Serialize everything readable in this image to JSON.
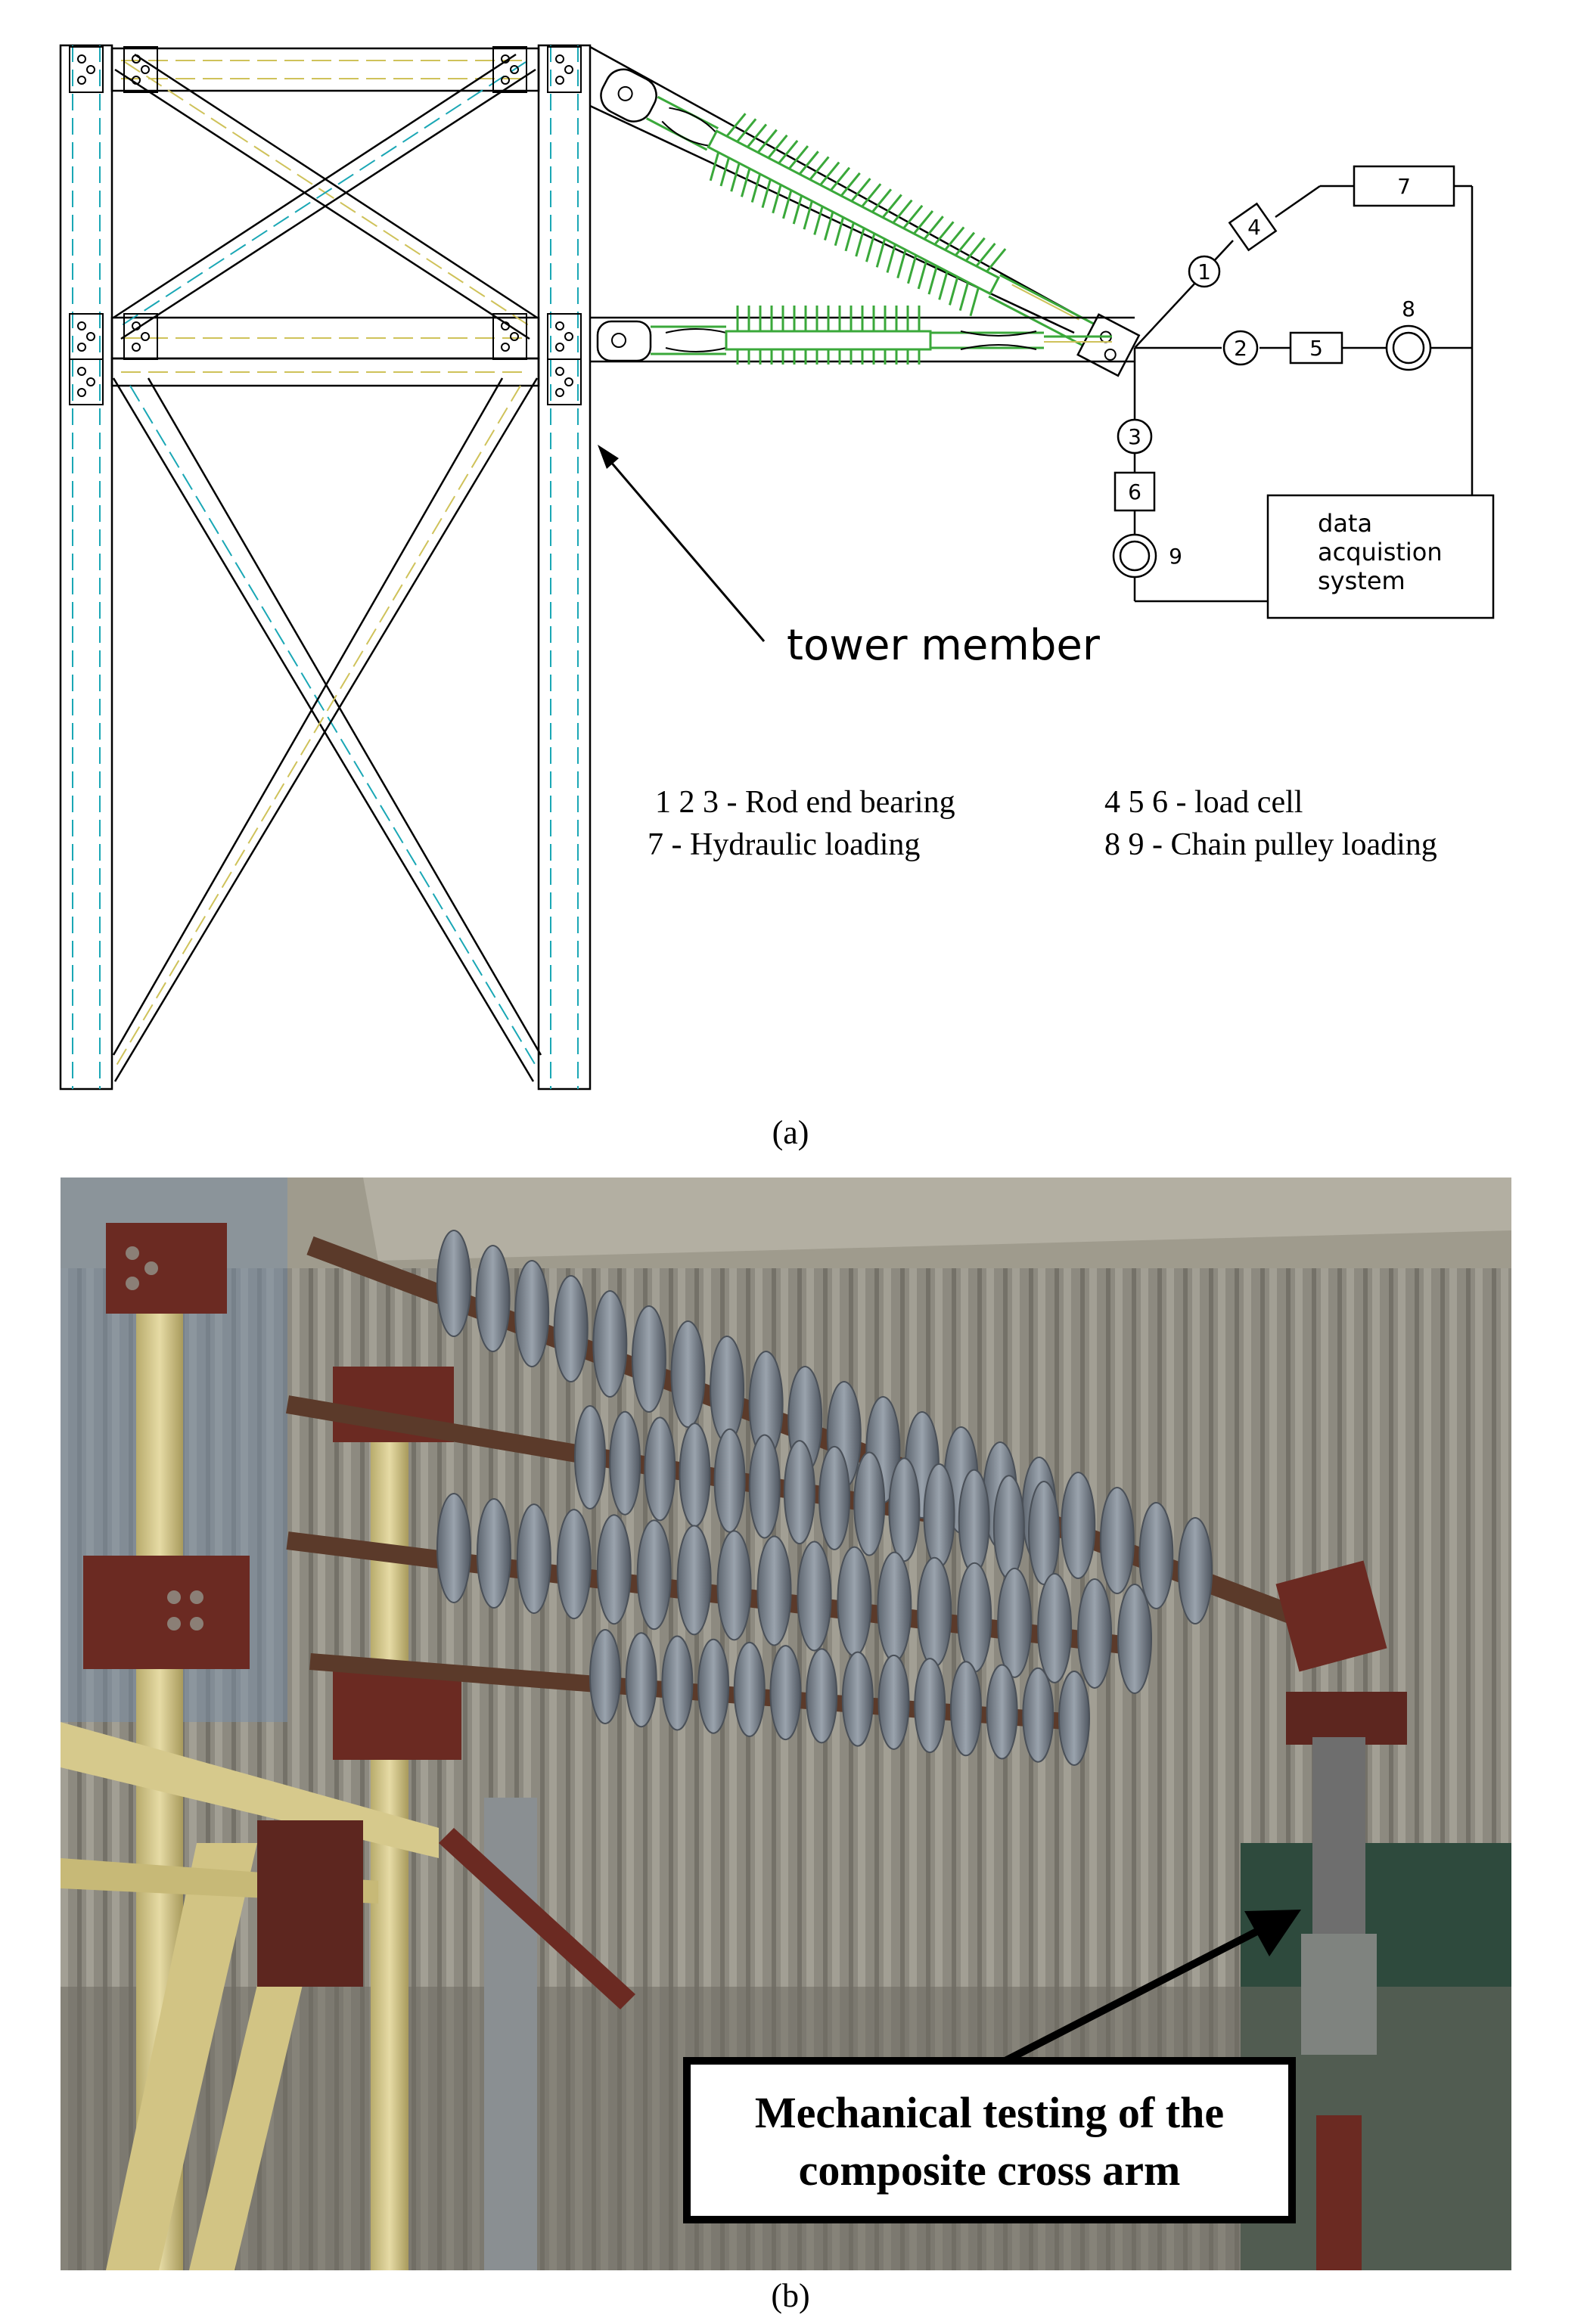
{
  "panel_a": {
    "caption": "(a)",
    "pointer_label": "tower member",
    "nodes": {
      "n1": "1",
      "n2": "2",
      "n3": "3",
      "n4": "4",
      "n5": "5",
      "n6": "6",
      "n7": "7",
      "n8": "8",
      "n9": "9"
    },
    "daq": {
      "line1": "data",
      "line2": "acquistion",
      "line3": "system"
    },
    "legend": {
      "item1": "1 2 3 - Rod end bearing",
      "item2": "7 - Hydraulic loading",
      "item3": "4 5 6 - load cell",
      "item4": "8 9 - Chain pulley loading"
    }
  },
  "panel_b": {
    "caption": "(b)",
    "callout": {
      "line1": "Mechanical testing of the",
      "line2": "composite cross arm"
    }
  },
  "colors": {
    "insulator_green": "#3aa83a",
    "shed_gray": "#7c8591",
    "steel_red": "#6b2a22",
    "frp_yellow": "#d6c98c"
  }
}
